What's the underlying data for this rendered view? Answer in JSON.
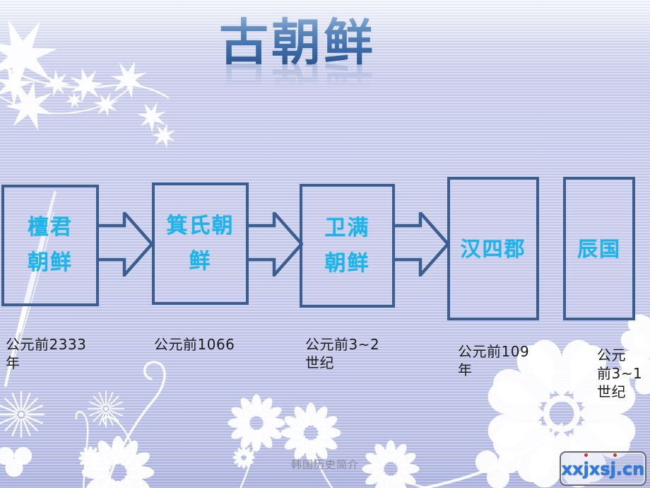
{
  "slide": {
    "title": "古朝鲜",
    "boxes": [
      {
        "label": "檀君朝鲜",
        "lines": [
          "檀君",
          "朝鲜"
        ],
        "date": "公元前2333年",
        "date_lines": [
          "公元前2333",
          "年"
        ]
      },
      {
        "label": "箕氏朝鲜",
        "lines": [
          "箕氏朝",
          "鲜"
        ],
        "date": "公元前1066",
        "date_lines": [
          "公元前1066"
        ]
      },
      {
        "label": "卫满朝鲜",
        "lines": [
          "卫满",
          "朝鲜"
        ],
        "date": "公元前3~2世纪",
        "date_lines": [
          "公元前3~2",
          "世纪"
        ]
      },
      {
        "label": "汉四郡",
        "lines": [
          "汉四郡"
        ],
        "date": "公元前109年",
        "date_lines": [
          "公元前109",
          "年"
        ]
      },
      {
        "label": "辰国",
        "lines": [
          "辰国"
        ],
        "date": "公元前3~1世纪",
        "date_lines": [
          "公元",
          "前3~1",
          "世纪"
        ]
      }
    ],
    "footer": "韩国历史简介",
    "watermark": "xxjxsj.cn",
    "colors": {
      "box_border": "#3b5e92",
      "box_text": "#18b6ec",
      "title_blue": "#3e6ca8",
      "date_text": "#1c1c1c",
      "footer_text": "#8b8b97",
      "watermark_blue": "#2f7ce0",
      "watermark_red": "#c23b2a",
      "background_lavender": "#c9cdec"
    }
  }
}
